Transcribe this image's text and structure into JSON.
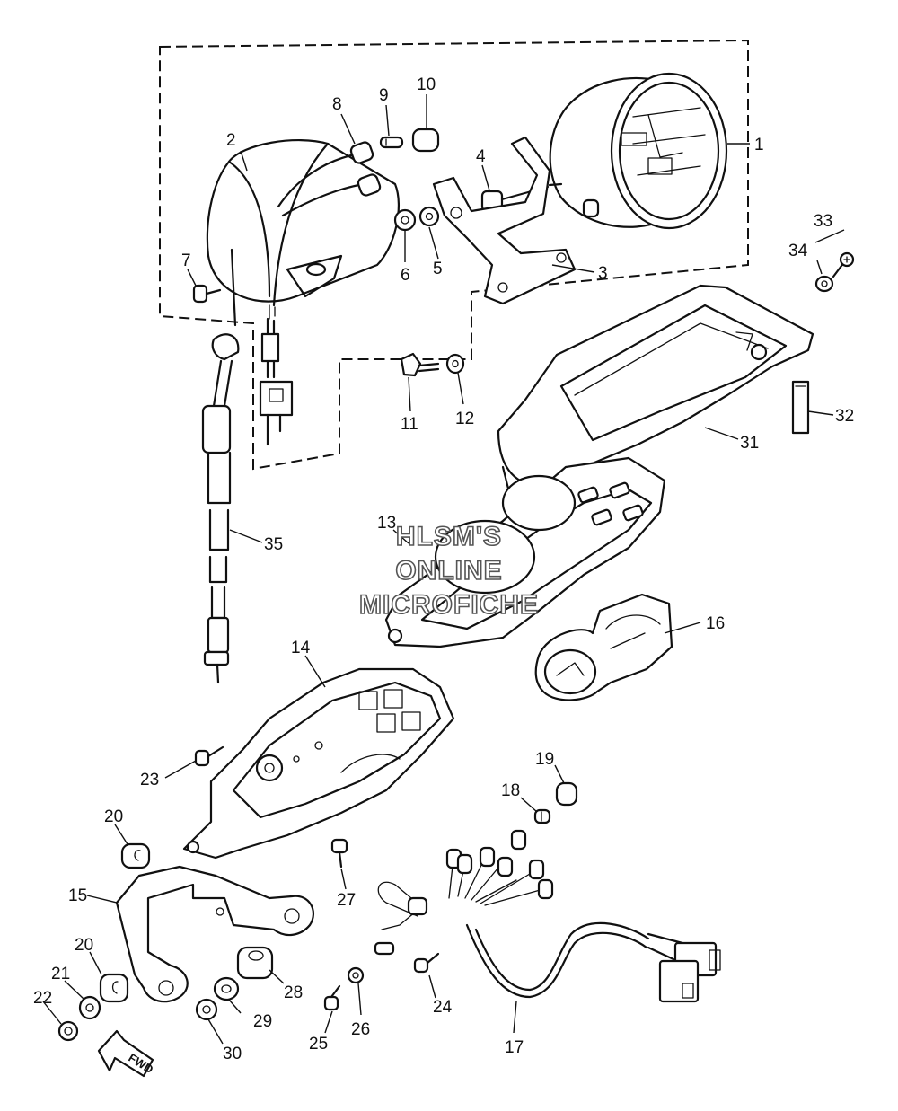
{
  "watermark": {
    "line1": "HLSM'S",
    "line2": "ONLINE",
    "line3": "MICROFICHE"
  },
  "direction_arrow_label": "FWD",
  "callouts": [
    "1",
    "2",
    "3",
    "4",
    "5",
    "6",
    "7",
    "8",
    "9",
    "10",
    "11",
    "12",
    "13",
    "14",
    "15",
    "16",
    "17",
    "18",
    "19",
    "20",
    "20",
    "21",
    "22",
    "23",
    "24",
    "25",
    "26",
    "27",
    "28",
    "29",
    "30",
    "31",
    "32",
    "33",
    "34",
    "35"
  ]
}
